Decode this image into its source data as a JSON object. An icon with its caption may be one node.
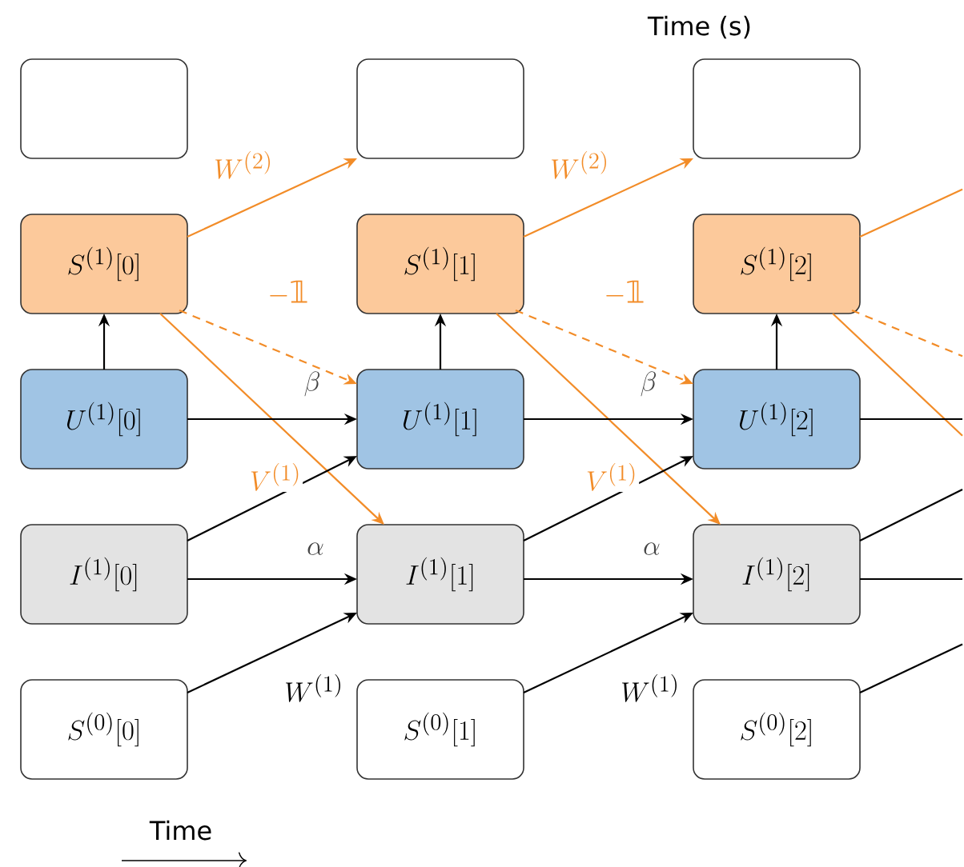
{
  "diagram": {
    "nodes": [
      {
        "text": [],
        "shape": "box"
      },
      {
        "text": [],
        "shape": "box"
      },
      {
        "text": [],
        "shape": "box"
      },
      {
        "text": [
          "S^{(1)}[0]"
        ]
      },
      {
        "text": [
          "S^{(1)}[1]"
        ]
      },
      {
        "text": [
          "S^{(1)}[2]"
        ]
      },
      {
        "text": [
          "U^{(1)}[0]"
        ]
      },
      {
        "text": [
          "U^{(1)}[1]"
        ]
      },
      {
        "text": [
          "U^{(1)}[2]"
        ]
      },
      {
        "text": [
          "I^{(1)}[0]"
        ]
      },
      {
        "text": [
          "I^{(1)}[1]"
        ]
      },
      {
        "text": [
          "I^{(1)}[2]"
        ]
      },
      {
        "text": [
          "S^{(0)}[0]"
        ]
      },
      {
        "text": [
          "S^{(0)}[1]"
        ]
      },
      {
        "text": [
          "S^{(0)}[2]"
        ]
      }
    ],
    "edges": [
      {
        "from": 3,
        "to": 1,
        "arrow": "to",
        "label": "W^{(2)}",
        "color": "#f28c28"
      },
      {
        "from": 4,
        "to": 2,
        "arrow": "to",
        "label": "W^{(2)}",
        "color": "#f28c28"
      },
      {
        "from": 5,
        "to": null,
        "arrow": "none",
        "color": "#f28c28"
      },
      {
        "from": 3,
        "to": 7,
        "arrow": "to",
        "label": "-\\text{𝟙}",
        "style": "dashed",
        "color": "#f28c28"
      },
      {
        "from": 4,
        "to": 8,
        "arrow": "to",
        "label": "-\\text{𝟙}",
        "style": "dashed",
        "color": "#f28c28"
      },
      {
        "from": 5,
        "to": null,
        "arrow": "none",
        "style": "dashed",
        "color": "#f28c28"
      },
      {
        "from": 3,
        "to": 10,
        "arrow": "to",
        "label": "V^{(1)}",
        "color": "#f28c28"
      },
      {
        "from": 4,
        "to": 11,
        "arrow": "to",
        "label": "V^{(1)}",
        "color": "#f28c28"
      },
      {
        "from": 5,
        "to": null,
        "arrow": "none",
        "color": "#f28c28"
      },
      {
        "from": 6,
        "to": 3,
        "arrow": "to"
      },
      {
        "from": 7,
        "to": 4,
        "arrow": "to"
      },
      {
        "from": 8,
        "to": 5,
        "arrow": "to"
      },
      {
        "from": 6,
        "to": 7,
        "arrow": "to",
        "label": "\\beta"
      },
      {
        "from": 7,
        "to": 8,
        "arrow": "to",
        "label": "\\beta"
      },
      {
        "from": 8,
        "to": null,
        "arrow": "none"
      },
      {
        "from": 9,
        "to": 7,
        "arrow": "to"
      },
      {
        "from": 10,
        "to": 8,
        "arrow": "to"
      },
      {
        "from": 11,
        "to": null,
        "arrow": "none"
      },
      {
        "from": 9,
        "to": 10,
        "arrow": "to",
        "label": "\\alpha"
      },
      {
        "from": 10,
        "to": 11,
        "arrow": "to",
        "label": "\\alpha"
      },
      {
        "from": 11,
        "to": null,
        "arrow": "none"
      },
      {
        "from": 12,
        "to": 10,
        "arrow": "to",
        "label": "W^{(1)}"
      },
      {
        "from": 13,
        "to": 11,
        "arrow": "to",
        "label": "W^{(1)}"
      },
      {
        "from": 14,
        "to": null,
        "arrow": "none"
      }
    ],
    "labels": [
      "Time (s)",
      "Time"
    ]
  }
}
